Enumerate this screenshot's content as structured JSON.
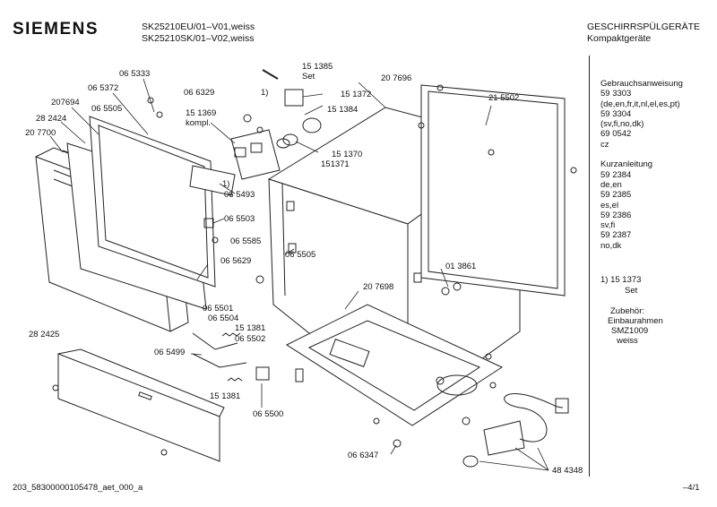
{
  "header": {
    "brand": "SIEMENS",
    "model_line_1": "SK25210EU/01–V01,weiss",
    "model_line_2": "SK25210SK/01–V02,weiss",
    "category_line_1": "GESCHIRRSPÜLGERÄTE",
    "category_line_2": "Kompaktgeräte"
  },
  "parts": {
    "p151385": "15 1385",
    "set_label": "Set",
    "p207696": "20 7696",
    "p065333": "06 5333",
    "p065372": "06 5372",
    "p207694": "207694",
    "p065505a": "06 5505",
    "p282424": "28 2424",
    "p207700": "20 7700",
    "p066329": "06 6329",
    "note_1a": "1)",
    "p151372": "15 1372",
    "p151384": "15 1384",
    "p215502": "21 5502",
    "p151369": "15 1369",
    "kompl_label": "kompl.",
    "note_1b": "1)",
    "p151370": "15 1370",
    "p151371": "151371",
    "p065493": "06 5493",
    "p065503": "06 5503",
    "p065585": "06 5585",
    "p065505b": "06 5505",
    "p065629": "06 5629",
    "p013861": "01 3861",
    "p207698": "20 7698",
    "p065501": "06 5501",
    "p065504": "06 5504",
    "p151381a": "15 1381",
    "p282425": "28 2425",
    "p065502": "06 5502",
    "p065499": "06 5499",
    "p151381b": "15 1381",
    "p065500": "06 5500",
    "p066347": "06 6347",
    "p484348": "48 4348"
  },
  "sidebar": {
    "lines": [
      "Gebrauchsanweisung",
      "59 3303",
      "(de,en,fr,it,nl,el,es,pt)",
      "59 3304",
      "(sv,fi,no,dk)",
      "69 0542",
      "cz",
      "",
      "Kurzanleitung",
      "59 2384",
      "de,en",
      "59 2385",
      "es,el",
      "59 2386",
      "sv,fi",
      "59 2387",
      "no,dk"
    ],
    "note_1": "1) 15 1373",
    "note_set": "Set",
    "zubehor_title": "Zubehör:",
    "zubehor_item": "Einbaurahmen",
    "zubehor_model": "SMZ1009",
    "zubehor_color": "weiss"
  },
  "footer": {
    "doc_id": "203_58300000105478_aet_000_a",
    "page": "–4/1"
  }
}
